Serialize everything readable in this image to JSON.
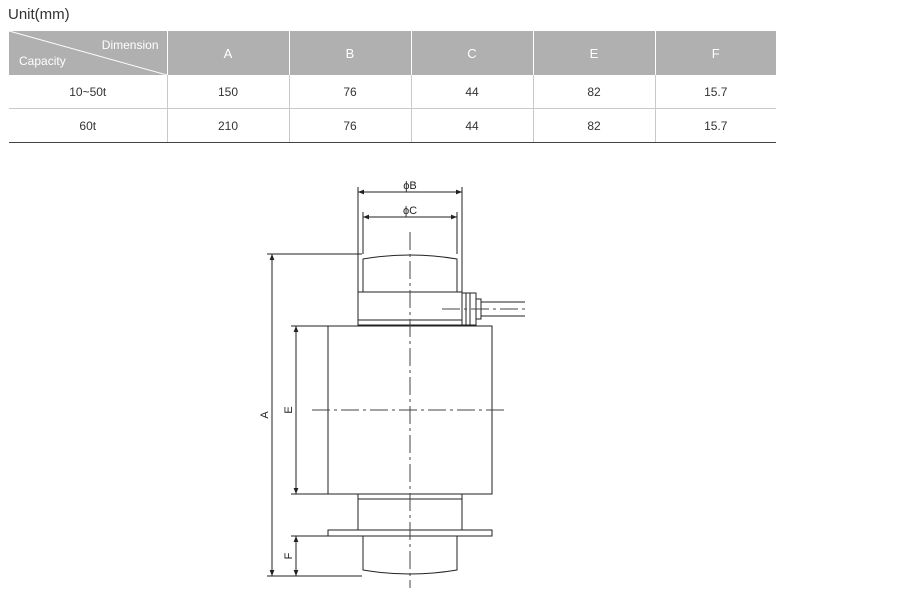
{
  "unit_label": "Unit(mm)",
  "table": {
    "corner_top": "Dimension",
    "corner_bottom": "Capacity",
    "columns": [
      "A",
      "B",
      "C",
      "E",
      "F"
    ],
    "rows": [
      {
        "capacity": "10~50t",
        "values": [
          "150",
          "76",
          "44",
          "82",
          "15.7"
        ]
      },
      {
        "capacity": "60t",
        "values": [
          "210",
          "76",
          "44",
          "82",
          "15.7"
        ]
      }
    ]
  },
  "drawing": {
    "label_phi_b": "ϕB",
    "label_phi_c": "ϕC",
    "label_a": "A",
    "label_e": "E",
    "label_f": "F"
  }
}
